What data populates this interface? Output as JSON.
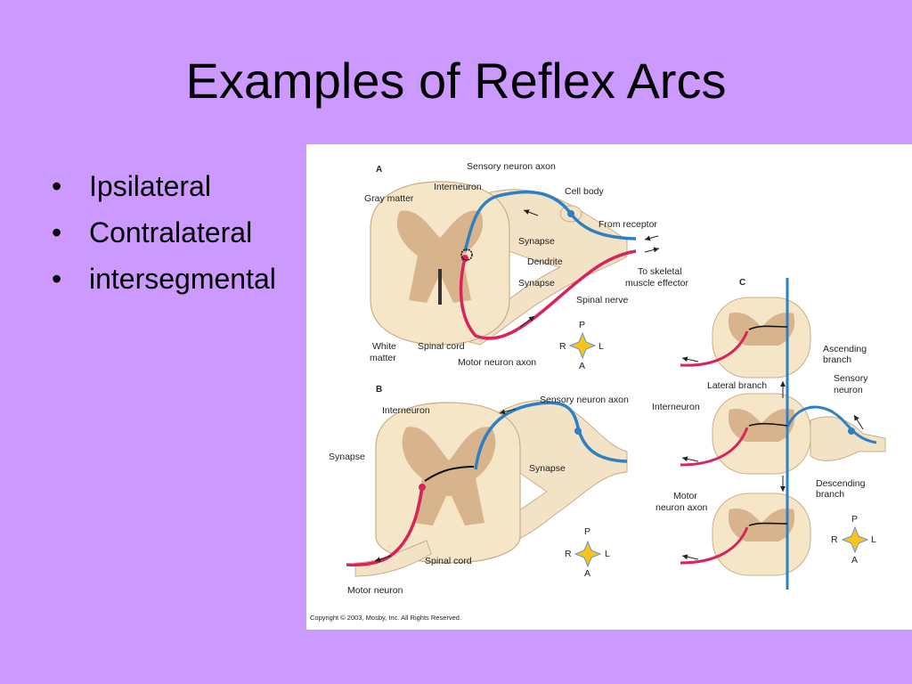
{
  "slide": {
    "title": "Examples of Reflex Arcs",
    "bullets": [
      "Ipsilateral",
      "Contralateral",
      "intersegmental"
    ],
    "bullet_char": "•"
  },
  "figure": {
    "copyright": "Copyright © 2003, Mosby, Inc. All Rights Reserved.",
    "panel_a": {
      "letter": "A",
      "labels": {
        "sensory_neuron_axon": "Sensory neuron axon",
        "gray_matter": "Gray matter",
        "interneuron": "Interneuron",
        "cell_body": "Cell body",
        "synapse_top": "Synapse",
        "from_receptor": "From receptor",
        "dendrite": "Dendrite",
        "to_skeletal_1": "To skeletal",
        "to_skeletal_2": "muscle effector",
        "synapse_bottom": "Synapse",
        "spinal_nerve": "Spinal nerve",
        "white_matter_1": "White",
        "white_matter_2": "matter",
        "spinal_cord": "Spinal cord",
        "motor_neuron_axon": "Motor neuron axon"
      },
      "compass": {
        "p": "P",
        "a": "A",
        "r": "R",
        "l": "L"
      }
    },
    "panel_b": {
      "letter": "B",
      "labels": {
        "interneuron": "Interneuron",
        "sensory_neuron_axon": "Sensory neuron axon",
        "synapse_left": "Synapse",
        "synapse_right": "Synapse",
        "spinal_cord": "Spinal cord",
        "motor_neuron": "Motor neuron"
      },
      "compass": {
        "p": "P",
        "a": "A",
        "r": "R",
        "l": "L"
      }
    },
    "panel_c": {
      "letter": "C",
      "labels": {
        "ascending_1": "Ascending",
        "ascending_2": "branch",
        "lateral_branch": "Lateral branch",
        "sensory_1": "Sensory",
        "sensory_2": "neuron",
        "interneuron": "Interneuron",
        "descending_1": "Descending",
        "descending_2": "branch",
        "motor_1": "Motor",
        "motor_2": "neuron axon"
      },
      "compass": {
        "p": "P",
        "a": "A",
        "r": "R",
        "l": "L"
      }
    },
    "colors": {
      "sensory": "#2f7fc4",
      "motor": "#d8245a",
      "cord_outer": "#f6e6c8",
      "gray_matter": "#d7b48c",
      "background": "#cc99ff"
    }
  }
}
